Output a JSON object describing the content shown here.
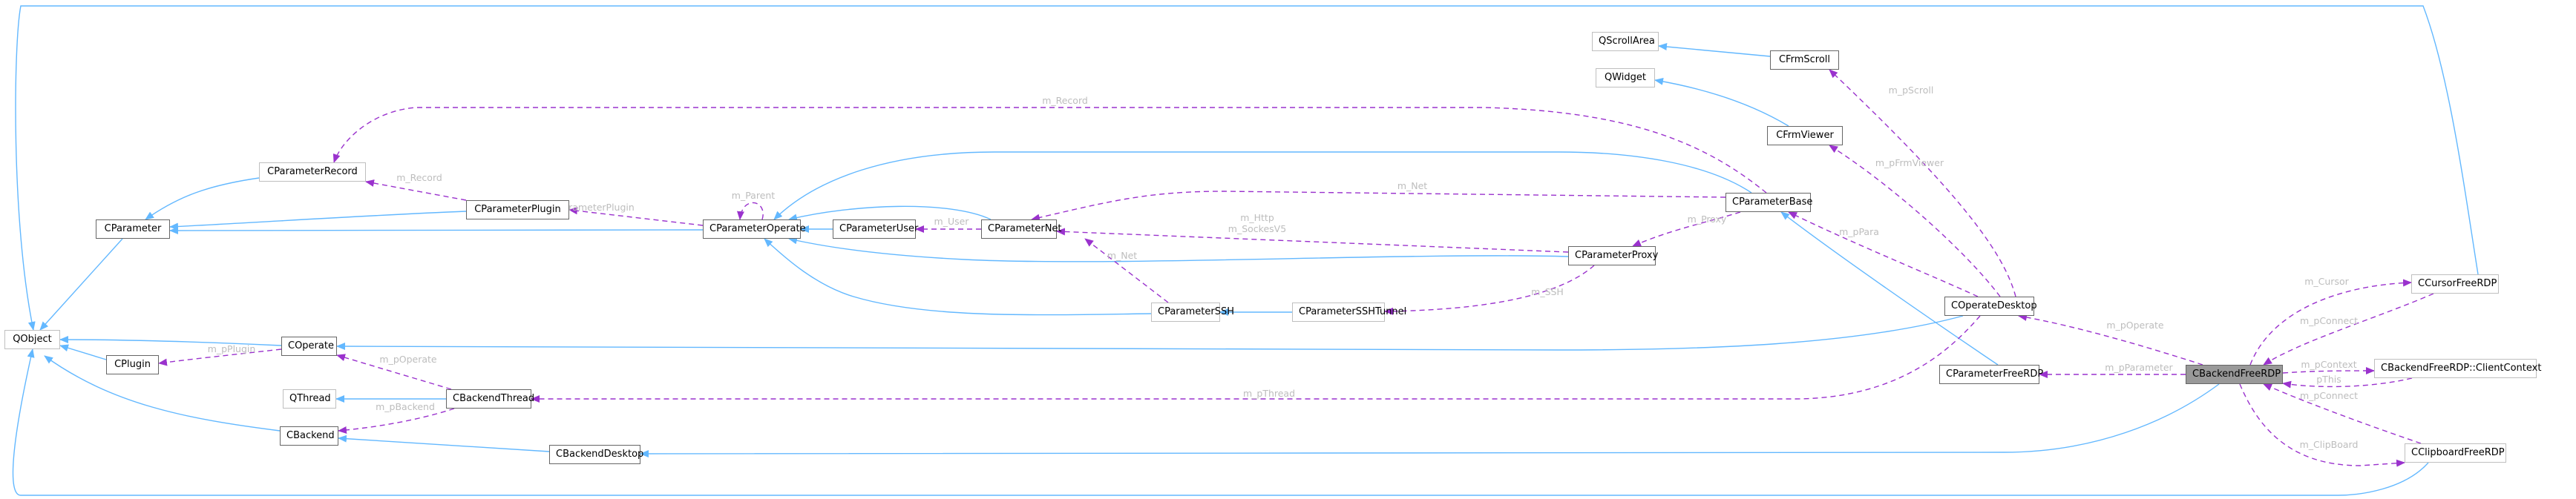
{
  "diagram": {
    "title": "Collaboration diagram for CBackendFreeRDP",
    "focus_node": "CBackendFreeRDP",
    "colors": {
      "inheritance_edge": "#63b8ff",
      "usage_edge": "#9a32cd",
      "edge_label": "#bdbdbd",
      "node_border": "#666666",
      "external_node_border": "#bfbfbf",
      "focus_node_fill": "#999999"
    },
    "nodes": [
      {
        "id": "QObject",
        "label": "QObject",
        "external": true
      },
      {
        "id": "CParameter",
        "label": "CParameter"
      },
      {
        "id": "CParameterRecord",
        "label": "CParameterRecord",
        "external": true
      },
      {
        "id": "CParameterPlugin",
        "label": "CParameterPlugin"
      },
      {
        "id": "CParameterOperate",
        "label": "CParameterOperate"
      },
      {
        "id": "CParameterUser",
        "label": "CParameterUser"
      },
      {
        "id": "CParameterNet",
        "label": "CParameterNet"
      },
      {
        "id": "CParameterSSH",
        "label": "CParameterSSH",
        "external": true
      },
      {
        "id": "CParameterSSHTunnel",
        "label": "CParameterSSHTunnel",
        "external": true
      },
      {
        "id": "CParameterProxy",
        "label": "CParameterProxy"
      },
      {
        "id": "CParameterBase",
        "label": "CParameterBase"
      },
      {
        "id": "QScrollArea",
        "label": "QScrollArea",
        "external": true
      },
      {
        "id": "CFrmScroll",
        "label": "CFrmScroll"
      },
      {
        "id": "QWidget",
        "label": "QWidget",
        "external": true
      },
      {
        "id": "CFrmViewer",
        "label": "CFrmViewer"
      },
      {
        "id": "CPlugin",
        "label": "CPlugin"
      },
      {
        "id": "COperate",
        "label": "COperate"
      },
      {
        "id": "QThread",
        "label": "QThread",
        "external": true
      },
      {
        "id": "CBackendThread",
        "label": "CBackendThread"
      },
      {
        "id": "CBackend",
        "label": "CBackend"
      },
      {
        "id": "CBackendDesktop",
        "label": "CBackendDesktop"
      },
      {
        "id": "COperateDesktop",
        "label": "COperateDesktop"
      },
      {
        "id": "CParameterFreeRDP",
        "label": "CParameterFreeRDP"
      },
      {
        "id": "CBackendFreeRDP",
        "label": "CBackendFreeRDP",
        "focus": true
      },
      {
        "id": "CCursorFreeRDP",
        "label": "CCursorFreeRDP",
        "external": true
      },
      {
        "id": "ClientContext",
        "label": "CBackendFreeRDP::ClientContext",
        "external": true
      },
      {
        "id": "CClipboardFreeRDP",
        "label": "CClipboardFreeRDP",
        "external": true
      }
    ],
    "inheritance_edges": [
      {
        "from": "CParameter",
        "to": "QObject"
      },
      {
        "from": "CParameterRecord",
        "to": "CParameter"
      },
      {
        "from": "CParameterPlugin",
        "to": "CParameter"
      },
      {
        "from": "CParameterOperate",
        "to": "CParameter"
      },
      {
        "from": "CParameterUser",
        "to": "CParameterOperate"
      },
      {
        "from": "CParameterNet",
        "to": "CParameterOperate"
      },
      {
        "from": "CParameterBase",
        "to": "CParameterOperate"
      },
      {
        "from": "CParameterProxy",
        "to": "CParameterOperate"
      },
      {
        "from": "CParameterSSH",
        "to": "CParameterOperate"
      },
      {
        "from": "CParameterSSHTunnel",
        "to": "CParameterSSH"
      },
      {
        "from": "CParameterFreeRDP",
        "to": "CParameterBase"
      },
      {
        "from": "CFrmScroll",
        "to": "QScrollArea"
      },
      {
        "from": "CFrmViewer",
        "to": "QWidget"
      },
      {
        "from": "CPlugin",
        "to": "QObject"
      },
      {
        "from": "COperate",
        "to": "QObject"
      },
      {
        "from": "COperateDesktop",
        "to": "COperate"
      },
      {
        "from": "CBackend",
        "to": "QObject"
      },
      {
        "from": "CBackendThread",
        "to": "QThread"
      },
      {
        "from": "CBackendDesktop",
        "to": "CBackend"
      },
      {
        "from": "CBackendFreeRDP",
        "to": "CBackendDesktop"
      },
      {
        "from": "CCursorFreeRDP",
        "to": "QObject"
      },
      {
        "from": "CClipboardFreeRDP",
        "to": "QObject"
      }
    ],
    "usage_edges": [
      {
        "from": "CParameterBase",
        "to": "CParameterRecord",
        "label": "m_Record"
      },
      {
        "from": "CParameterPlugin",
        "to": "CParameterRecord",
        "label": "m_Record"
      },
      {
        "from": "CParameterOperate",
        "to": "CParameterPlugin",
        "label": "m_pParameterPlugin"
      },
      {
        "from": "CParameterOperate",
        "to": "CParameterOperate",
        "label": "m_Parent"
      },
      {
        "from": "CParameterNet",
        "to": "CParameterUser",
        "label": "m_User"
      },
      {
        "from": "CParameterBase",
        "to": "CParameterNet",
        "label": "m_Net"
      },
      {
        "from": "CParameterProxy",
        "to": "CParameterNet",
        "label": "m_Http\nm_SockesV5"
      },
      {
        "from": "CParameterSSH",
        "to": "CParameterNet",
        "label": "m_Net"
      },
      {
        "from": "CParameterProxy",
        "to": "CParameterSSHTunnel",
        "label": "m_SSH"
      },
      {
        "from": "CParameterBase",
        "to": "CParameterProxy",
        "label": "m_Proxy"
      },
      {
        "from": "COperateDesktop",
        "to": "CFrmScroll",
        "label": "m_pScroll"
      },
      {
        "from": "COperateDesktop",
        "to": "CFrmViewer",
        "label": "m_pFrmViewer"
      },
      {
        "from": "COperateDesktop",
        "to": "CParameterBase",
        "label": "m_pPara"
      },
      {
        "from": "COperate",
        "to": "CPlugin",
        "label": "m_pPlugin"
      },
      {
        "from": "CBackendThread",
        "to": "COperate",
        "label": "m_pOperate"
      },
      {
        "from": "CBackendThread",
        "to": "CBackend",
        "label": "m_pBackend"
      },
      {
        "from": "COperateDesktop",
        "to": "CBackendThread",
        "label": "m_pThread"
      },
      {
        "from": "CBackendFreeRDP",
        "to": "COperateDesktop",
        "label": "m_pOperate"
      },
      {
        "from": "CBackendFreeRDP",
        "to": "CParameterFreeRDP",
        "label": "m_pParameter"
      },
      {
        "from": "CBackendFreeRDP",
        "to": "CCursorFreeRDP",
        "label": "m_Cursor"
      },
      {
        "from": "CCursorFreeRDP",
        "to": "CBackendFreeRDP",
        "label": "m_pConnect"
      },
      {
        "from": "CBackendFreeRDP",
        "to": "ClientContext",
        "label": "m_pContext"
      },
      {
        "from": "ClientContext",
        "to": "CBackendFreeRDP",
        "label": "pThis"
      },
      {
        "from": "CClipboardFreeRDP",
        "to": "CBackendFreeRDP",
        "label": "m_pConnect"
      },
      {
        "from": "CBackendFreeRDP",
        "to": "CClipboardFreeRDP",
        "label": "m_ClipBoard"
      }
    ]
  }
}
